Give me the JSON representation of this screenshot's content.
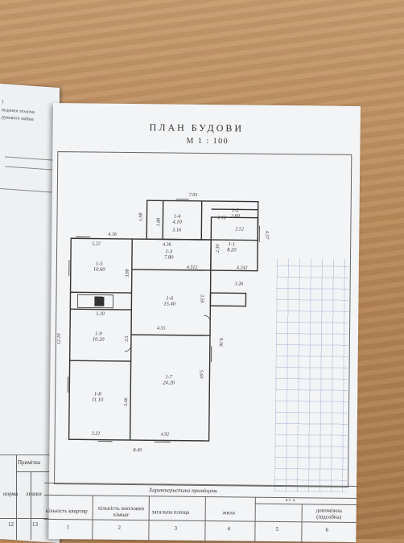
{
  "left_page": {
    "line1": "1",
    "line2": "ведення технічн",
    "line3": "рукового майна",
    "table_header": "Примітка",
    "col_a": "норма",
    "col_b": "лишки",
    "num_a": "12",
    "num_b": "13"
  },
  "page": {
    "title": "ПЛАН БУДОВИ",
    "scale": "М 1 : 100"
  },
  "dimensions": {
    "top_total": "7.05",
    "left_top": "1.98",
    "width_lr": "4.16",
    "d_1_88": "1.88",
    "d_2_12": "2.12",
    "d_3_16": "3.16",
    "d_2_52": "2.52",
    "d_5_22": "5.22",
    "d_4_36": "4.36",
    "d_4_37": "4.37",
    "d_2_30": "2.30",
    "d_3_98": "3.98",
    "d_4_312": "4.312",
    "d_4_242": "4.242",
    "d_3_26": "3.26",
    "d_5_20": "5.20",
    "d_12_10": "12.10",
    "d_3_56": "3.56",
    "d_4_55": "4.55",
    "d_3_5": "3.5",
    "d_9_36": "9.36",
    "d_3_46": "3.46",
    "d_5_60": "5.60",
    "d_3_22": "3.22",
    "d_4_92": "4.92",
    "d_8_49": "8.49",
    "d_3_5b": "3.56"
  },
  "rooms": [
    {
      "id": "1-4",
      "area": "4.10"
    },
    {
      "id": "1-2",
      "area": "2.80"
    },
    {
      "id": "1-1",
      "area": "8.20"
    },
    {
      "id": "1-5",
      "area": "10.60"
    },
    {
      "id": "1-3",
      "area": "7.80"
    },
    {
      "id": "1-6",
      "area": "15.40"
    },
    {
      "id": "1-9",
      "area": "10.20"
    },
    {
      "id": "1-7",
      "area": "24.20"
    },
    {
      "id": "1-8",
      "area": "11.10"
    }
  ],
  "table": {
    "caption": "Характеристика приміщень",
    "headers": [
      "кількість квартир",
      "кількість житлових кімнат",
      "загальна площа",
      "жила",
      "допоміжна (підсобна)"
    ],
    "sub_header": "в т. ч.",
    "numbers": [
      "1",
      "2",
      "3",
      "4",
      "5",
      "6"
    ]
  }
}
